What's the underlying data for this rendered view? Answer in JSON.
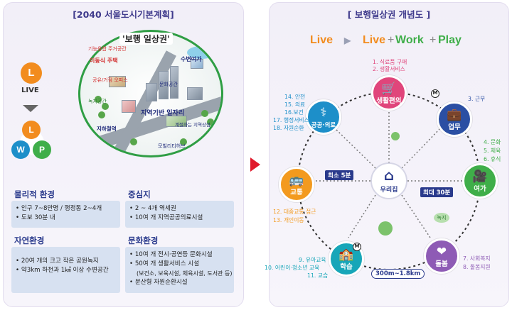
{
  "left": {
    "title": "[2040 서울도시기본계획]",
    "live_letter": "L",
    "live_caption": "LIVE",
    "lwp": {
      "l": "L",
      "w": "W",
      "p": "P"
    },
    "circle_title": "'보행 일상권'",
    "circle_labels": {
      "housing": "기능융합 주거공간",
      "mobility_housing": "이동식 주택",
      "waterfront": "수변여가",
      "shared_office": "공유/거점 오피스",
      "culture": "문화공간",
      "green": "녹지공간",
      "jobs": "지역기반 일자리",
      "subway": "지하철역",
      "seasonal": "계절하는 지역상점",
      "mobility_hub": "모빌리티허브"
    },
    "sections": {
      "physical": {
        "title": "물리적 환경",
        "items": [
          "인구 7~8만명 / 행정동 2~4개",
          "도보 30분 내"
        ]
      },
      "center": {
        "title": "중심지",
        "items": [
          "2 ~ 4개 역세권",
          "10여 개 지역공공의료시설"
        ]
      },
      "nature": {
        "title": "자연환경",
        "items": [
          "20여 개의 크고 작은 공원녹지",
          "약3km 하천과 1㎢ 이상 수변공간"
        ]
      },
      "culture": {
        "title": "문화환경",
        "items": [
          "10여 개 전시·공연등 문화시설",
          "50여 개 생활서비스 시설",
          "(보건소, 보육시설, 체육시설, 도서관 등)",
          "분산형 자원순환시설"
        ]
      }
    }
  },
  "right": {
    "title": "[ 보행일상권 개념도 ]",
    "slogan": {
      "live": "Live",
      "live2": "Live",
      "plus1": "+",
      "work": "Work",
      "plus2": "+",
      "play": "Play"
    },
    "hub_label": "우리집",
    "min_label": "최소 5분",
    "max_label": "최대 30분",
    "distance_label": "300m~1.8km",
    "metro": "M",
    "nodes": {
      "shopping": {
        "label": "생활편의",
        "color": "#e0457b",
        "services": [
          "1. 식료품 구매",
          "2. 생활서비스"
        ]
      },
      "work": {
        "label": "업무",
        "color": "#2b4fa3",
        "services": [
          "3. 근무"
        ]
      },
      "leisure": {
        "label": "여가",
        "color": "#3fae49",
        "services": [
          "4. 문화",
          "5. 체육",
          "6. 휴식"
        ]
      },
      "care": {
        "label": "돌봄",
        "color": "#8e5bb5",
        "services": [
          "7. 사회복지",
          "8. 돌봄지원"
        ]
      },
      "learning": {
        "label": "학습",
        "color": "#17a6b8",
        "services": [
          "9. 유아교육",
          "10. 어린이·청소년 교육",
          "11. 교습"
        ]
      },
      "transport": {
        "label": "교통",
        "color": "#f39a1e",
        "services": [
          "12. 대중교통 접근",
          "13. 개인이동"
        ]
      },
      "public": {
        "label": "공공·의료",
        "color": "#1d8fc9",
        "services": [
          "14. 안전",
          "15. 의료",
          "16.보건",
          "17. 행정서비스",
          "18. 자원순환"
        ]
      }
    },
    "mini_labels": {
      "green": "녹지"
    }
  },
  "colors": {
    "live_orange": "#f28c1e",
    "work_green": "#3fae49",
    "title_blue": "#3f3a8c",
    "arrow_red": "#e0192b"
  }
}
